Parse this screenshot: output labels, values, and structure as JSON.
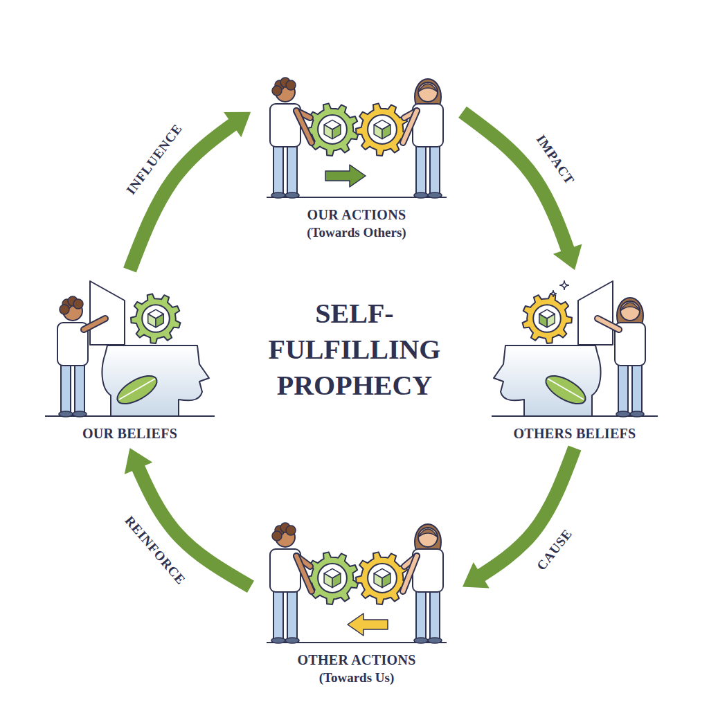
{
  "diagram": {
    "title": "SELF-FULFILLING PROPHECY",
    "nodes": [
      {
        "text": [
          "OUR ACTIONS",
          "(Towards Others)"
        ]
      },
      {
        "text": [
          "OTHERS BELIEFS"
        ]
      },
      {
        "text": [
          "OTHER ACTIONS",
          "(Towards Us)"
        ]
      },
      {
        "text": [
          "OUR BELIEFS"
        ]
      }
    ],
    "edges": [
      {
        "from": 3,
        "to": 0,
        "arrow": "to",
        "label": "INFLUENCE"
      },
      {
        "from": 0,
        "to": 1,
        "arrow": "to",
        "label": "IMPACT"
      },
      {
        "from": 1,
        "to": 2,
        "arrow": "to",
        "label": "CAUSE"
      },
      {
        "from": 2,
        "to": 3,
        "arrow": "to",
        "label": "REINFORCE"
      }
    ]
  }
}
